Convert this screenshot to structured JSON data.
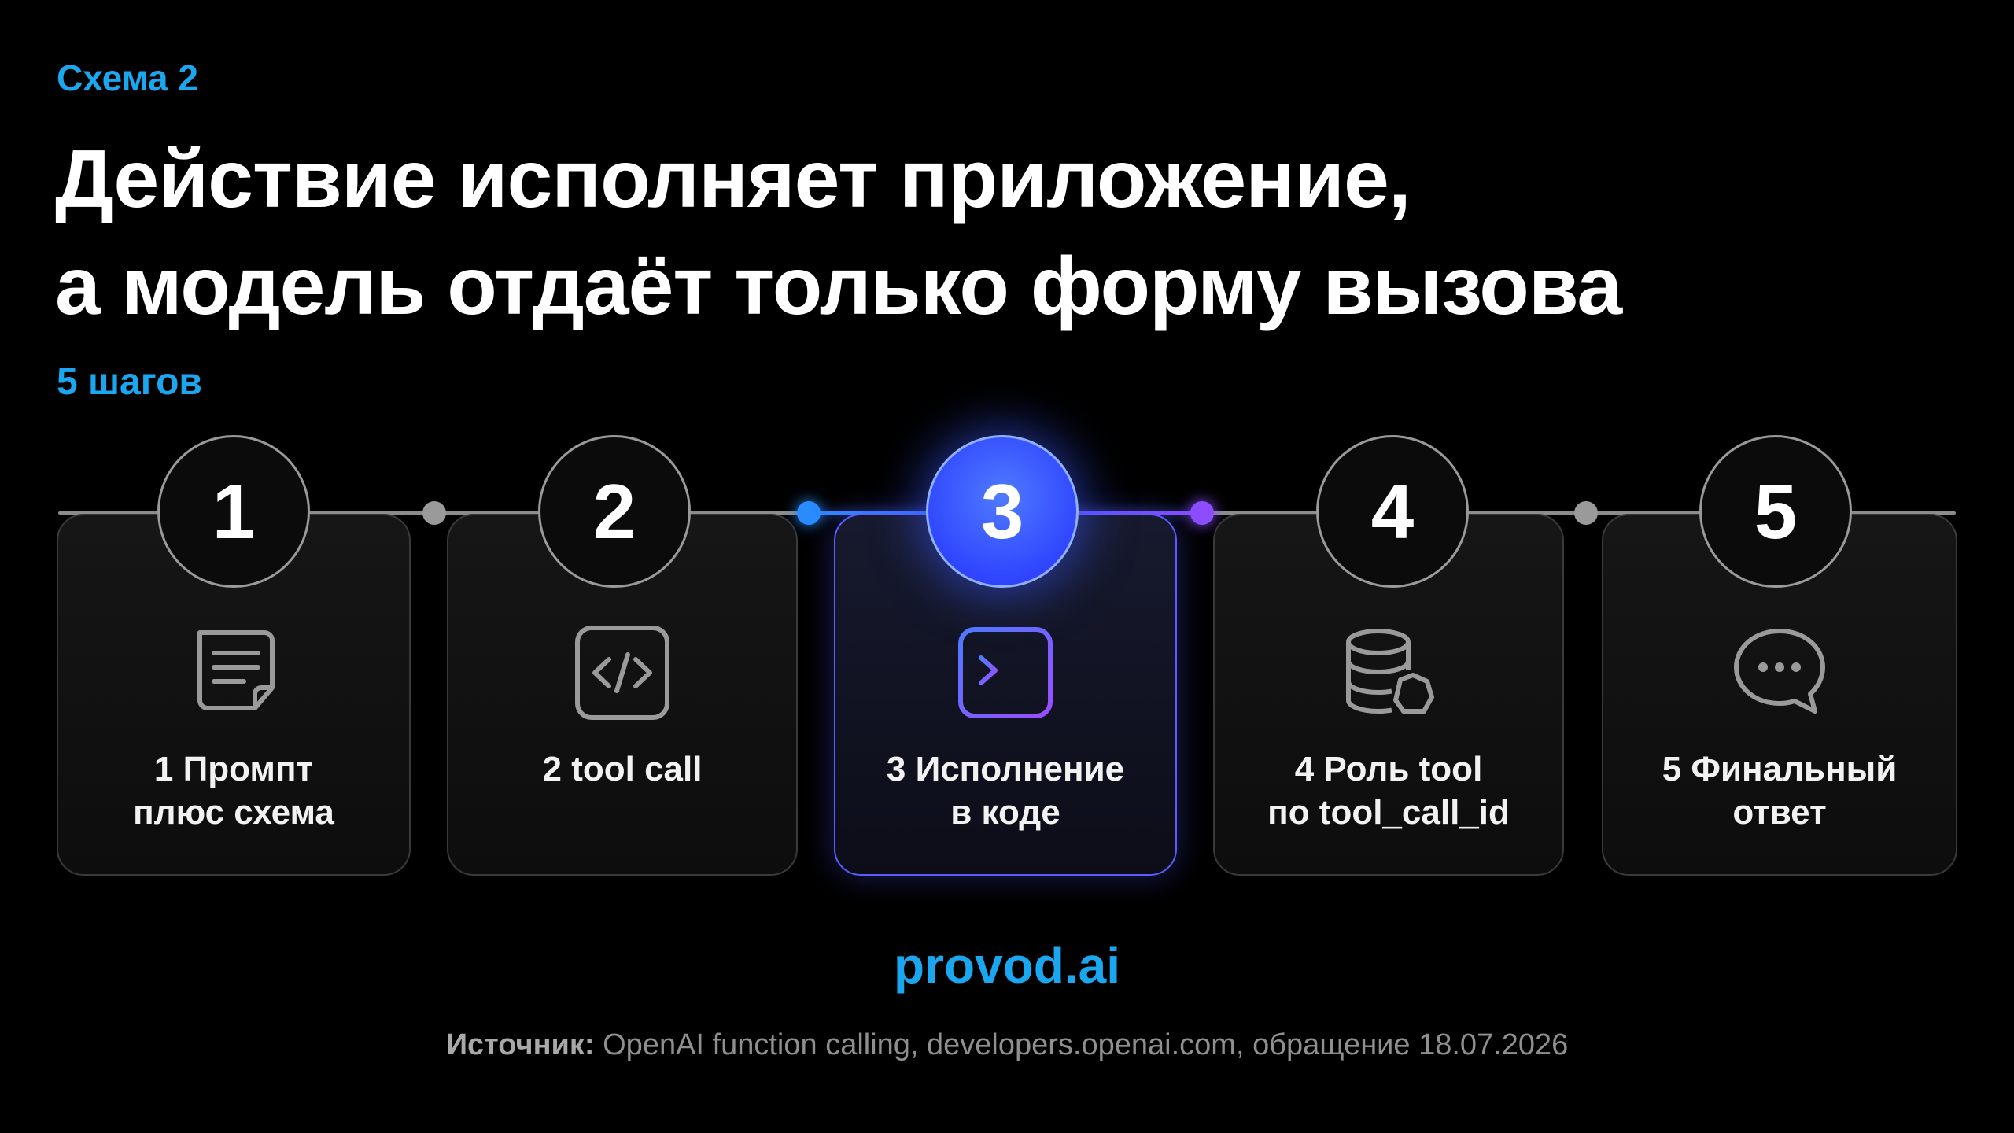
{
  "header": {
    "kicker": "Схема 2",
    "title_line1": "Действие исполняет приложение,",
    "title_line2": "а модель отдаёт только форму вызова",
    "steps_count": "5 шагов"
  },
  "steps": [
    {
      "number": "1",
      "line1": "1 Промпт",
      "line2": "плюс схема",
      "icon": "document-icon",
      "active": false
    },
    {
      "number": "2",
      "line1": "2  tool call",
      "line2": "",
      "icon": "code-icon",
      "active": false
    },
    {
      "number": "3",
      "line1": "3 Исполнение",
      "line2": "в коде",
      "icon": "terminal-icon",
      "active": true
    },
    {
      "number": "4",
      "line1": "4 Роль tool",
      "line2": "по tool_call_id",
      "icon": "database-icon",
      "active": false
    },
    {
      "number": "5",
      "line1": "5 Финальный",
      "line2": "ответ",
      "icon": "chat-bubble-icon",
      "active": false
    }
  ],
  "footer": {
    "brand": "provod.ai",
    "source_label": "Источник:",
    "source_text": " OpenAI function calling, developers.openai.com, обращение 18.07.2026"
  },
  "colors": {
    "accent": "#1aa7f0",
    "active_blue": "#3046ff",
    "active_violet": "#8b4dff",
    "background": "#000000"
  }
}
